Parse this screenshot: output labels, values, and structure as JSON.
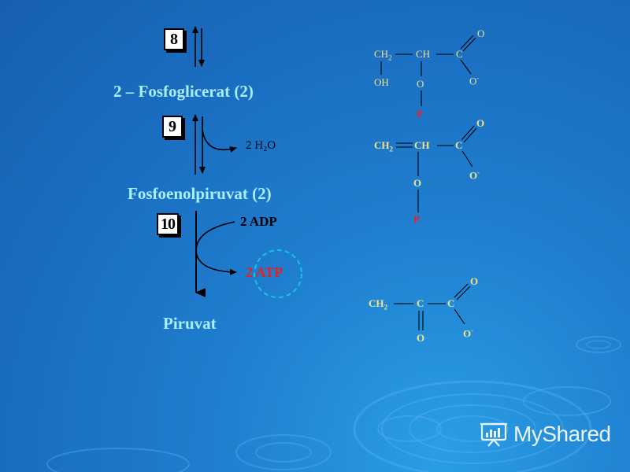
{
  "slide": {
    "steps": [
      "8",
      "9",
      "10"
    ],
    "labels": {
      "phosphoglycerate": "2 – Fosfoglicerat (2)",
      "pep": "Fosfoenolpiruvat (2)",
      "pyruvate": "Piruvat"
    },
    "reactants": {
      "water": "2 H₂O",
      "adp": "2 ADP",
      "atp": "2 ATP"
    },
    "colors": {
      "background": "#1a6cbf",
      "label": "#a8f0ff",
      "structure_text": "#f2e38a",
      "phosphate": "#e82020",
      "atp_highlight": "#19c3e8"
    }
  },
  "structures": {
    "s1": {
      "ch2": "CH",
      "ch2_sub": "2",
      "ch": "CH",
      "c": "C",
      "o_top": "O",
      "o_minus": "O",
      "minus": "-",
      "oh": "OH",
      "o_link": "O",
      "p": "P"
    },
    "s2": {
      "ch2": "CH",
      "ch2_sub": "2",
      "ch": "CH",
      "c": "C",
      "o_top": "O",
      "o_minus": "O",
      "minus": "-",
      "o_link": "O",
      "p": "P"
    },
    "s3": {
      "ch2": "CH",
      "ch2_sub": "2",
      "c_mid": "C",
      "c": "C",
      "o_top": "O",
      "o_minus": "O",
      "minus": "-",
      "o_bottom": "O"
    }
  },
  "logo": {
    "text": "MyShared",
    "icon": "presentation-board-icon"
  }
}
